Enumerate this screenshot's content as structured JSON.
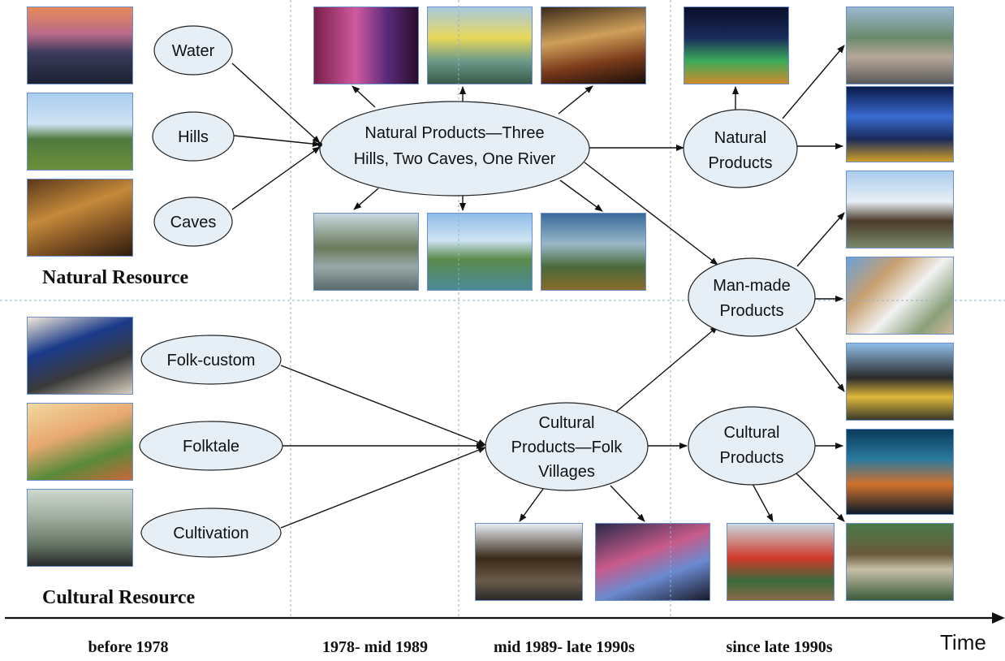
{
  "regions": {
    "natural": "Natural Resource",
    "cultural": "Cultural Resource"
  },
  "nodes": {
    "water": "Water",
    "hills": "Hills",
    "caves": "Caves",
    "folk_custom": "Folk-custom",
    "folktale": "Folktale",
    "cultivation": "Cultivation",
    "natural_products_main": [
      "Natural Products—Three",
      "Hills, Two Caves, One River"
    ],
    "cultural_products_main": [
      "Cultural",
      "Products—Folk",
      "Villages"
    ],
    "natural_products": [
      "Natural",
      "Products"
    ],
    "man_made_products": [
      "Man-made",
      "Products"
    ],
    "cultural_products": [
      "Cultural",
      "Products"
    ]
  },
  "periods": [
    "before 1978",
    "1978- mid 1989",
    "mid 1989- late 1990s",
    "since late 1990s"
  ],
  "axis": {
    "label": "Time"
  },
  "colors": {
    "ellipse_fill": "#e6eff6",
    "photo_border": "#6c8fc7",
    "divider": "#8fb4c9"
  }
}
